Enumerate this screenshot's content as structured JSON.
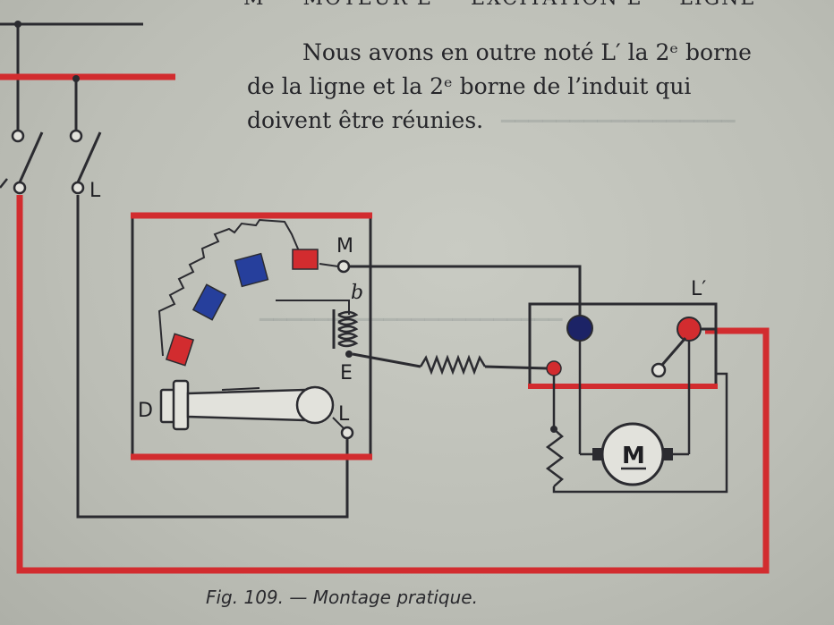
{
  "header_cut": "M — MOTEUR    E — EXCITATION    L — LIGNE",
  "paragraph": {
    "line1": "Nous avons en outre noté L′ la 2ᵉ borne",
    "line2": "de la ligne et la 2ᵉ borne de l’induit qui",
    "line3": "doivent être réunies."
  },
  "labels": {
    "switch_l": "L",
    "starter_m": "M",
    "starter_b": "b",
    "starter_e": "E",
    "starter_d": "D",
    "starter_l": "L",
    "box_lprime": "L′",
    "motor": "M"
  },
  "caption": "Fig. 109. — Montage pratique.",
  "colors": {
    "red": "#d22c2f",
    "blue": "#263f9c",
    "navy": "#1c2366",
    "wire": "#2b2b30",
    "paper": "#c4c6be"
  }
}
